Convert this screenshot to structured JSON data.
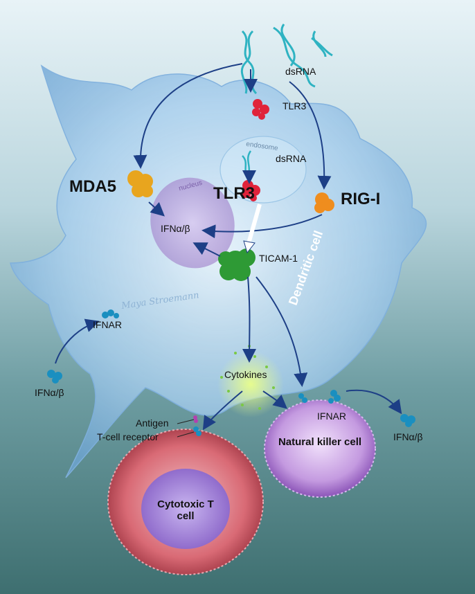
{
  "labels": {
    "dsrna_top": "dsRNA",
    "tlr3_top": "TLR3",
    "endosome": "endosome",
    "dsrna_endo": "dsRNA",
    "mda5": "MDA5",
    "tlr3_main": "TLR3",
    "rigi": "RIG-I",
    "nucleus": "nucleus",
    "ifn_nucleus": "IFNα/β",
    "ticam": "TICAM-1",
    "dendritic": "Dendritic cell",
    "ifnar_left": "IFNAR",
    "ifn_left": "IFNα/β",
    "cytokines": "Cytokines",
    "antigen": "Antigen",
    "tcr": "T-cell receptor",
    "ifnar_nk": "IFNAR",
    "nk_cell": "Natural killer cell",
    "ifn_right": "IFNα/β",
    "cyto_t": "Cytotoxic T cell"
  },
  "signature": "Maya Stroemann",
  "colors": {
    "arrow": "#1d3f86",
    "mda5": "#e8a51e",
    "tlr3": "#e0233a",
    "rigi": "#ef8d1e",
    "ticam": "#2e9a35",
    "ifn": "#1a8fc0",
    "dsrna": "#2fb3c2",
    "dendritic": "#a9cfee",
    "nucleus": "#b79ad6",
    "tcell": "#d96a75",
    "nk": "#c49ae0",
    "cytokine": "#7ac943"
  }
}
